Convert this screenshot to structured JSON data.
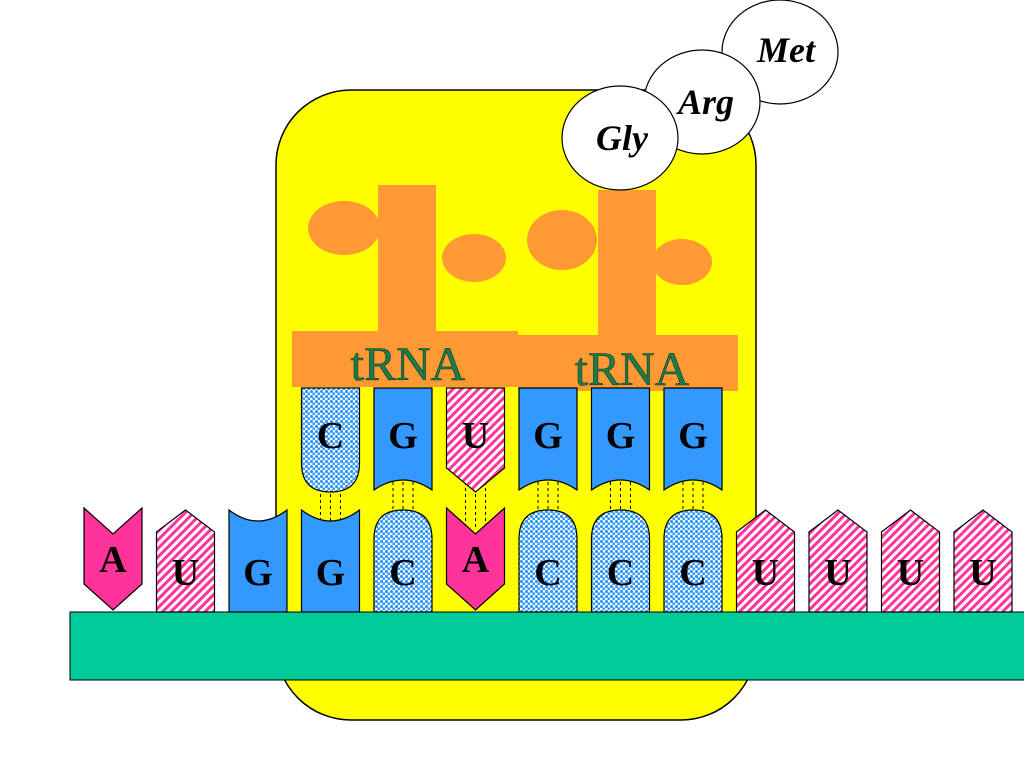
{
  "colors": {
    "ribosome": "#FFFF00",
    "mrna_strand": "#00CC99",
    "trna": "#FF9933",
    "trna_label": "#1F7A4A",
    "adenine": "#FF3399",
    "uracil_hatch": "#FF3399",
    "guanine": "#3399FF",
    "cytosine_dots": "#3399FF",
    "outline": "#000000"
  },
  "amino_acids": [
    {
      "label": "Met"
    },
    {
      "label": "Arg"
    },
    {
      "label": "Gly"
    }
  ],
  "trnas": [
    {
      "label": "tRNA",
      "anticodon": [
        "C",
        "G",
        "U"
      ]
    },
    {
      "label": "tRNA",
      "anticodon": [
        "G",
        "G",
        "G"
      ]
    }
  ],
  "mrna": {
    "bases": [
      "A",
      "U",
      "G",
      "G",
      "C",
      "A",
      "C",
      "C",
      "C",
      "U",
      "U",
      "U",
      "U"
    ]
  }
}
